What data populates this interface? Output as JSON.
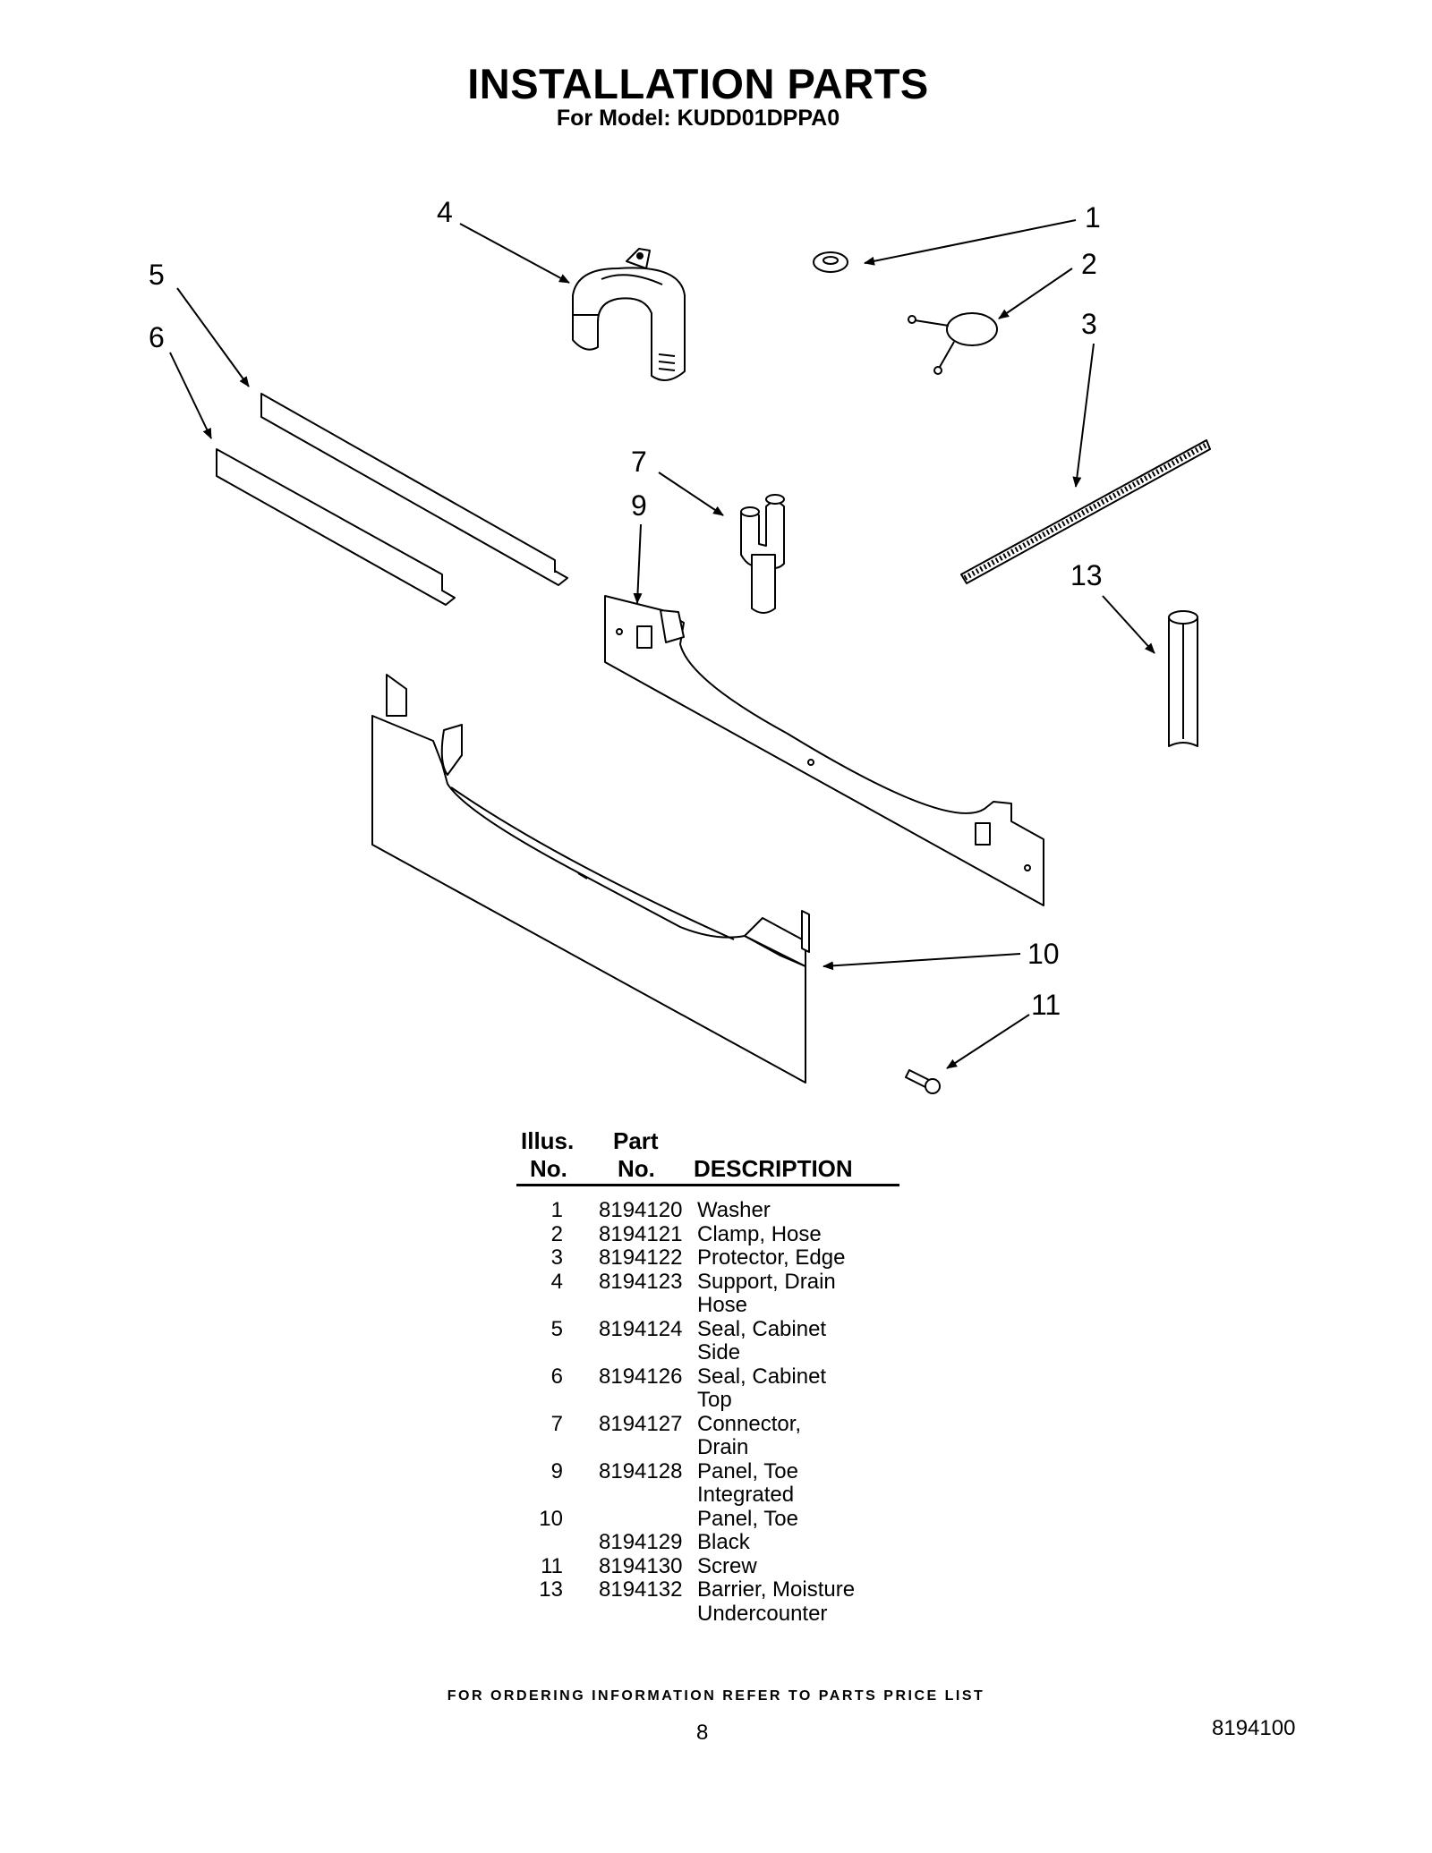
{
  "header": {
    "title": "INSTALLATION PARTS",
    "subtitle": "For Model: KUDD01DPPA0"
  },
  "callouts": {
    "c1": "1",
    "c2": "2",
    "c3": "3",
    "c4": "4",
    "c5": "5",
    "c6": "6",
    "c7": "7",
    "c9": "9",
    "c10": "10",
    "c11": "11",
    "c13": "13"
  },
  "table": {
    "headers": {
      "illus_line1": "Illus.",
      "illus_line2": "No.",
      "part_line1": "Part",
      "part_line2": "No.",
      "description": "DESCRIPTION"
    },
    "rows": [
      {
        "illus": "1",
        "part": "8194120",
        "desc": "Washer"
      },
      {
        "illus": "2",
        "part": "8194121",
        "desc": "Clamp, Hose"
      },
      {
        "illus": "3",
        "part": "8194122",
        "desc": "Protector, Edge"
      },
      {
        "illus": "4",
        "part": "8194123",
        "desc": "Support, Drain"
      },
      {
        "illus": "",
        "part": "",
        "desc": "Hose"
      },
      {
        "illus": "5",
        "part": "8194124",
        "desc": "Seal, Cabinet"
      },
      {
        "illus": "",
        "part": "",
        "desc": "Side"
      },
      {
        "illus": "6",
        "part": "8194126",
        "desc": "Seal, Cabinet"
      },
      {
        "illus": "",
        "part": "",
        "desc": "Top"
      },
      {
        "illus": "7",
        "part": "8194127",
        "desc": "Connector,"
      },
      {
        "illus": "",
        "part": "",
        "desc": "Drain"
      },
      {
        "illus": "9",
        "part": "8194128",
        "desc": "Panel, Toe"
      },
      {
        "illus": "",
        "part": "",
        "desc": "Integrated"
      },
      {
        "illus": "10",
        "part": "",
        "desc": "Panel, Toe"
      },
      {
        "illus": "",
        "part": "8194129",
        "desc": "Black"
      },
      {
        "illus": "11",
        "part": "8194130",
        "desc": "Screw"
      },
      {
        "illus": "13",
        "part": "8194132",
        "desc": "Barrier, Moisture"
      },
      {
        "illus": "",
        "part": "",
        "desc": "Undercounter"
      }
    ]
  },
  "footer": {
    "note": "FOR ORDERING INFORMATION REFER TO PARTS PRICE LIST",
    "page_number": "8",
    "document_number": "8194100"
  }
}
